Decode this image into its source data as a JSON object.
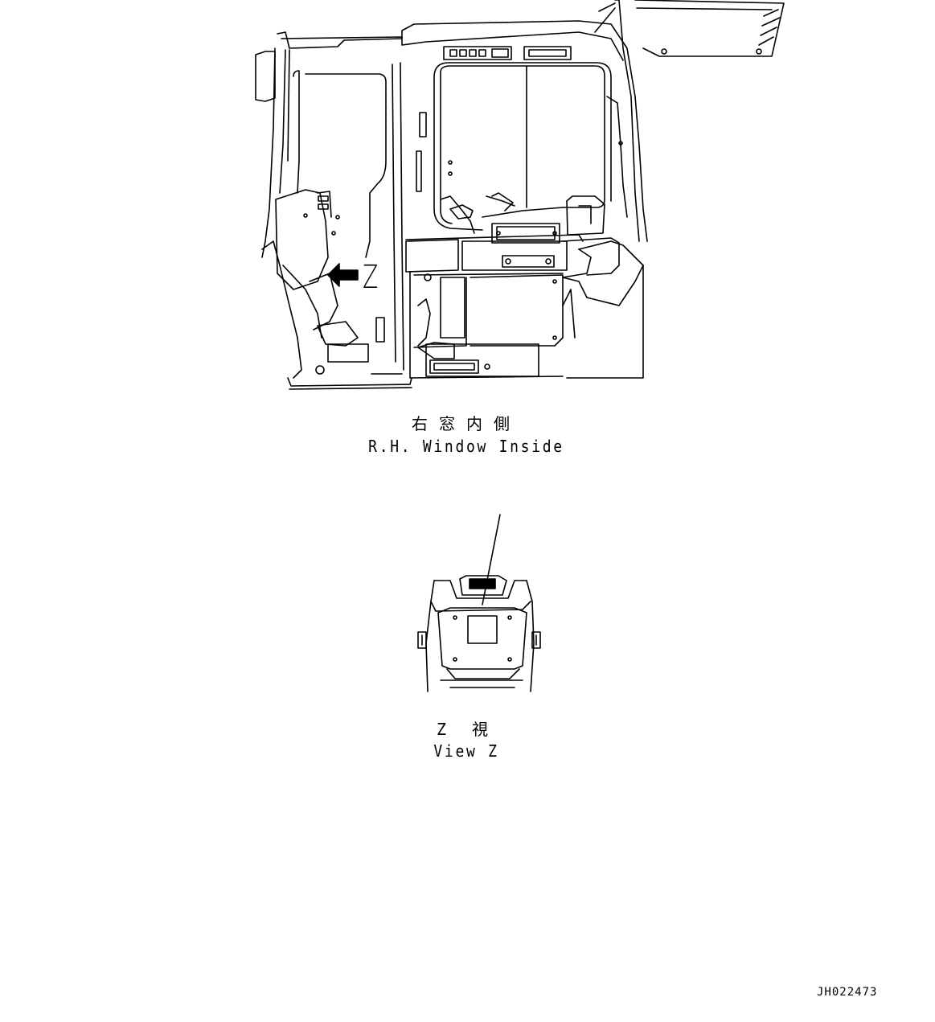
{
  "captions": {
    "main_view_jp": "右窓内側",
    "main_view_en": "R.H. Window Inside",
    "detail_view_jp": "Z 視",
    "detail_view_en": "View Z"
  },
  "markers": {
    "view_arrow_label": "Z"
  },
  "drawing_id": "JH022473",
  "colors": {
    "line": "#000000",
    "background": "#ffffff"
  }
}
